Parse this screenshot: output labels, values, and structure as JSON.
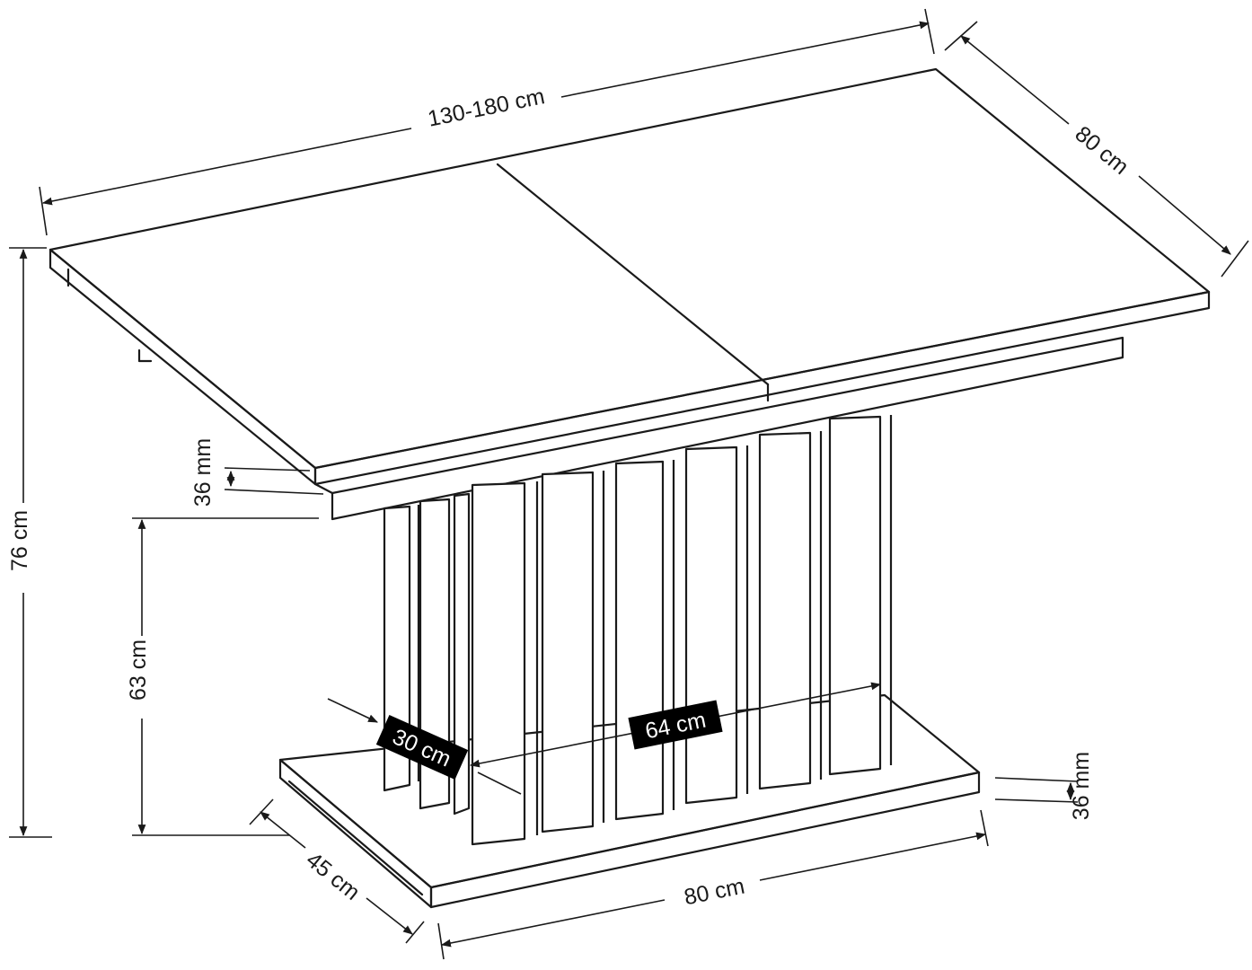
{
  "dimensions": {
    "top_length": "130-180 cm",
    "top_depth": "80 cm",
    "total_height": "76 cm",
    "top_thickness": "36 mm",
    "pedestal_height": "63 cm",
    "column_depth": "30 cm",
    "column_width": "64 cm",
    "base_depth": "45 cm",
    "base_width": "80 cm",
    "base_thickness": "36 mm"
  },
  "colors": {
    "line": "#1a1a1a",
    "label_box": "#000000",
    "background": "#ffffff"
  }
}
